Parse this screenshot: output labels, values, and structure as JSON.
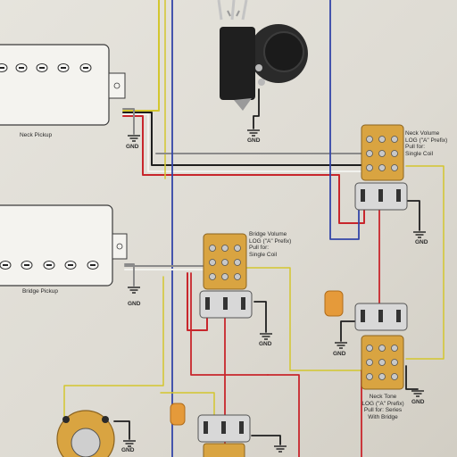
{
  "pickups": {
    "neck": {
      "label": "Neck Pickup"
    },
    "bridge": {
      "label": "Bridge Pickup"
    }
  },
  "pots": {
    "neck_volume": {
      "label": "Neck Volume\nLOG (\"A\" Prefix)\nPull for:\nSingle Coil"
    },
    "bridge_volume": {
      "label": "Bridge Volume\nLOG (\"A\" Prefix)\nPull for:\nSingle Coil"
    },
    "neck_tone": {
      "label": "Neck Tone\nLOG (\"A\" Prefix)\nPull for: Series\nWith Bridge"
    }
  },
  "ground_label": "GND",
  "colors": {
    "wire_red": "#c8262c",
    "wire_blue": "#3345a8",
    "wire_yellow": "#d3c62e",
    "wire_black": "#1e1e1e",
    "wire_white": "#f2f2ee",
    "wire_gray": "#8a8a8a",
    "pot_body": "#d9a441",
    "capacitor_orange": "#e59a3a"
  }
}
